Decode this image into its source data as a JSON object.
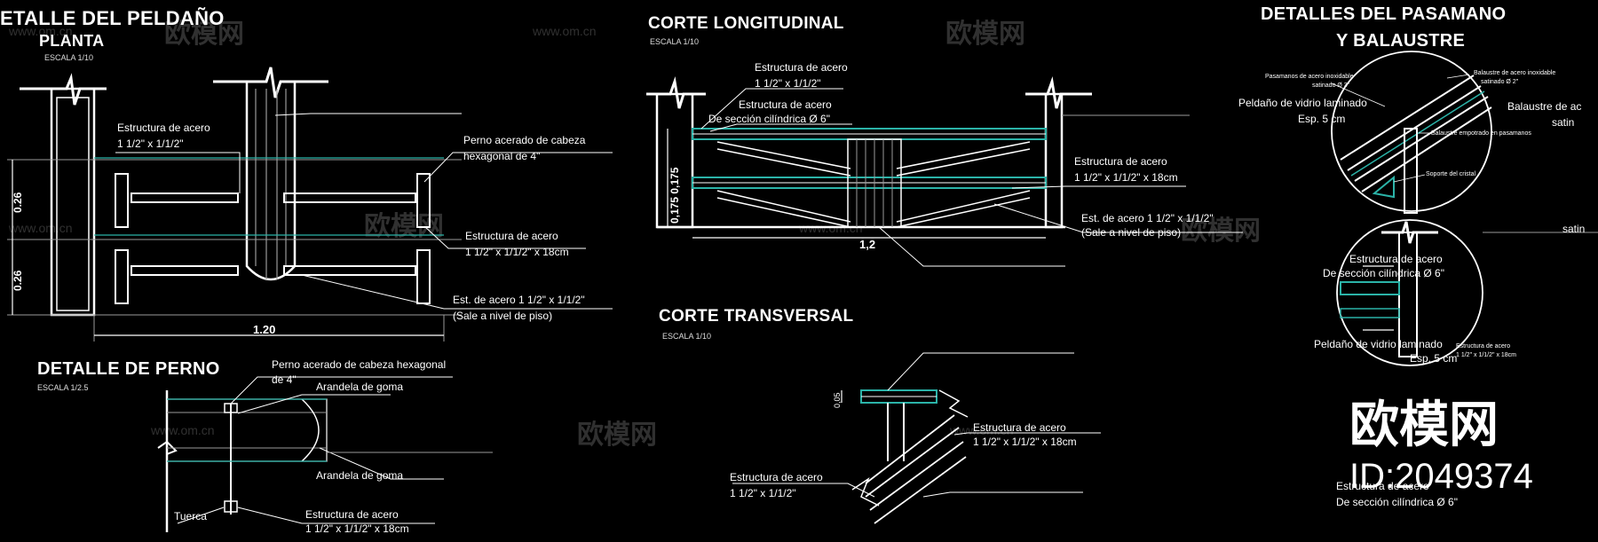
{
  "titles": {
    "peldano": "ETALLE DEL PELDAÑO",
    "planta": "PLANTA",
    "escala_peldano": "ESCALA 1/10",
    "corte_long": "CORTE LONGITUDINAL",
    "escala_long": "ESCALA 1/10",
    "pasamano_1": "DETALLES DEL PASAMANO",
    "pasamano_2": "Y BALAUSTRE",
    "perno": "DETALLE DE PERNO",
    "escala_perno": "ESCALA 1/2.5",
    "corte_trans": "CORTE TRANSVERSAL",
    "escala_trans": "ESCALA 1/10"
  },
  "planta": {
    "estructura_1": "Estructura de acero",
    "estructura_1b": "1 1/2\" x 1/1/2\"",
    "perno_1": "Perno acerado de cabeza",
    "perno_2": "hexagonal de 4\"",
    "estructura_2": "Estructura de acero",
    "estructura_2b": "1 1/2\" x 1/1/2\" x 18cm",
    "est_1": "Est. de acero 1 1/2\" x 1/1/2\"",
    "est_2": "(Sale a nivel de piso)",
    "dim_026_top": "0.26",
    "dim_026_bot": "0.26",
    "dim_120": "1.20"
  },
  "longitudinal": {
    "est_a1": "Estructura de acero",
    "est_a2": "1 1/2\" x 1/1/2\"",
    "est_b1": "Estructura de acero",
    "est_b2": "De sección cilíndrica Ø 6\"",
    "est_c1": "Estructura de acero",
    "est_c2": "1 1/2\" x 1/1/2\" x 18cm",
    "est_d1": "Est. de acero 1 1/2\" x 1/1/2\"",
    "est_d2": "(Sale a nivel de piso)",
    "dim_v": "0,175 0,175",
    "dim_h": "1,2"
  },
  "perno": {
    "perno_1": "Perno acerado de cabeza hexagonal",
    "perno_2": "de 4\"",
    "arandela_1": "Arandela de goma",
    "arandela_2": "Arandela de goma",
    "tuerca": "Tuerca",
    "est_1": "Estructura de acero",
    "est_2": "1 1/2\" x 1/1/2\" x 18cm"
  },
  "transversal": {
    "est_a1": "Estructura de acero",
    "est_a2": "1 1/2\" x 1/1/2\" x 18cm",
    "est_b1": "Estructura de acero",
    "est_b2": "1 1/2\" x 1/1/2\"",
    "dim": "0,05"
  },
  "pasamano": {
    "pasamano_1": "Pasamanos de acero inoxidable",
    "pasamano_2": "satinado Ø 3\"",
    "balaustre_1": "Balaustre de acero inoxidable",
    "balaustre_2": "satinado Ø 2\"",
    "peldano_1": "Peldaño de vidrio laminado",
    "peldano_2": "Esp. 5 cm",
    "balaustre_big_1": "Balaustre de ac",
    "balaustre_big_2": "satin",
    "empotrado": "Balaustre empotrado en pasamanos",
    "soporte": "Soporte del cristal",
    "estructura_1": "Estructura de acero",
    "estructura_2": "De sección cilíndrica Ø 6\"",
    "peldano_b1": "Peldaño de vidrio laminado",
    "peldano_b2": "Esp. 5 cm",
    "satin_right": "satin",
    "small_1": "Estructura de acero",
    "small_2": "1 1/2\" x 1/1/2\" x 18cm",
    "bottom_1": "Estructura de acero",
    "bottom_2": "De sección cilíndrica Ø 6\""
  },
  "watermark": {
    "brand": "欧模网",
    "url": "www.om.cn",
    "logo": "欧模网",
    "id": "ID:2049374"
  },
  "colors": {
    "background": "#000000",
    "line": "#ffffff",
    "accent": "#2bb3a8",
    "grey": "#9a9a9a"
  }
}
